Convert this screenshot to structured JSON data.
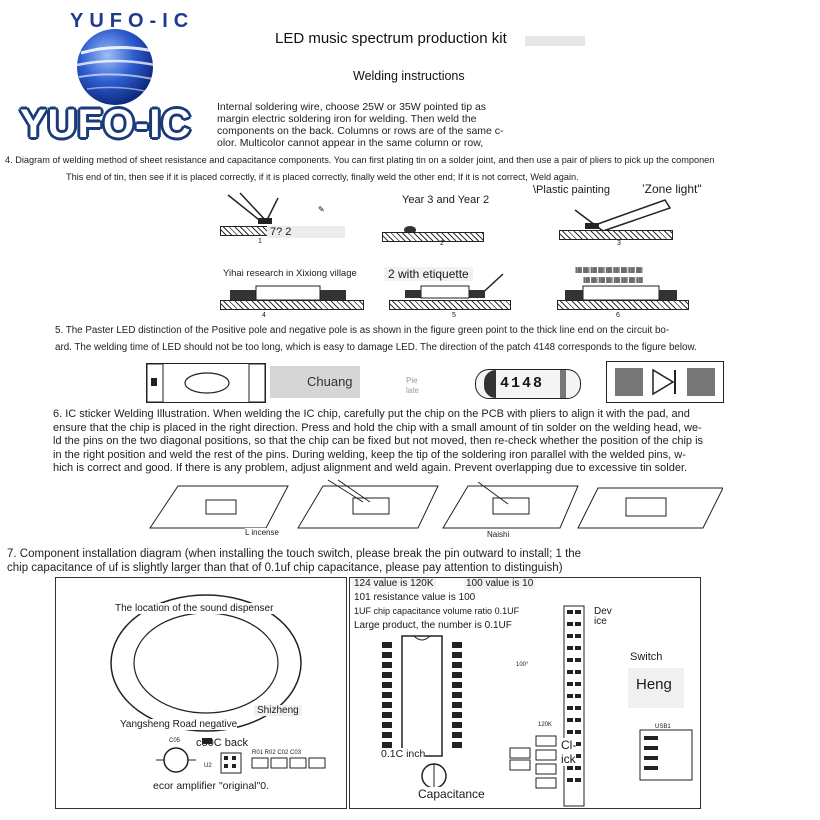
{
  "logo": {
    "arc_text": "YUFO-IC",
    "brand": "YUFO-IC"
  },
  "header": {
    "title": "LED music spectrum production kit",
    "subtitle": "Welding instructions"
  },
  "intro": [
    "Internal soldering wire, choose 25W or 35W pointed tip as",
    "margin electric soldering iron for welding. Then weld the",
    "components on the back. Columns or rows are of the same c-",
    "olor. Multicolor cannot appear in the same column or row,"
  ],
  "section4": {
    "line1": "4. Diagram of welding method of sheet resistance and capacitance components. You can first plating tin on a solder joint, and then use a pair of pliers to pick up the componen",
    "line2": "This end of tin, then see if it is placed correctly, if it is placed correctly, finally weld the other end; If it is not correct, Weld again.",
    "labels": {
      "step1": "7? 2",
      "step2": "Year 3 and Year 2",
      "plastic": "\\Plastic painting",
      "zone": "’Zone light\"",
      "yihai": "Yihai research in Xixiong village",
      "etiquette": "2 with etiquette"
    },
    "step_numbers": [
      "1",
      "2",
      "3",
      "4",
      "5",
      "6"
    ]
  },
  "section5": {
    "line1": "5. The Paster LED distinction of the Positive pole and negative pole is as shown in the figure green point to the thick line end on the circuit bo-",
    "line2": "ard. The welding time of LED should not be too long, which is easy to damage LED. The direction of the patch 4148 corresponds to the figure below.",
    "chuang": "Chuang",
    "diode_code": "4148",
    "pie": "Pie",
    "late": "late"
  },
  "section6": {
    "lines": [
      "6. IC sticker Welding Illustration. When welding the IC chip, carefully put the chip on the PCB with pliers to align it with the pad, and",
      "ensure that the chip is placed in the right direction. Press and hold the chip with a small amount of tin solder on the welding head, we-",
      "ld the pins on the two diagonal positions, so that the chip can be fixed but not moved, then re-check whether the position of the chip is",
      "in the right position and weld the rest of the pins. During welding, keep the tip of the soldering iron parallel with the welded pins, w-",
      "hich is correct and good. If there is any problem, adjust alignment and weld again. Prevent overlapping due to excessive tin solder."
    ],
    "licence": "L incense",
    "naishi": "Naishi"
  },
  "section7": {
    "line1": "7. Component installation diagram (when installing the touch switch, please break the pin outward to install; 1 the",
    "line2": "chip capacitance of uf is slightly larger than that of 0.1uf chip capacitance, please pay attention to distinguish)",
    "left": {
      "dispenser": "The location of the sound dispenser",
      "shizheng": "Shizheng",
      "yangsheng": "Yangsheng Road negative",
      "back": "co0C back",
      "amplifier": "ecor amplifier \"original\"0.",
      "c05": "C05",
      "u2": "U2",
      "r_labels": "R01 R02 C02 C03"
    },
    "right": {
      "v124": "124 value is 120K",
      "v100": "100 value is 10",
      "r101": "101 resistance value is 100",
      "ratio": "1UF chip capacitance volume ratio 0.1UF",
      "large": "Large product, the number is 0.1UF",
      "device1": "Dev",
      "device2": "ice",
      "switch": "Switch",
      "heng": "Heng",
      "cl": "Cl-",
      "ick": "ick",
      "c01": "0.1C inch",
      "capacitance": "Capacitance",
      "usb": "USB1",
      "r120": "120K",
      "r100": "100°"
    }
  }
}
